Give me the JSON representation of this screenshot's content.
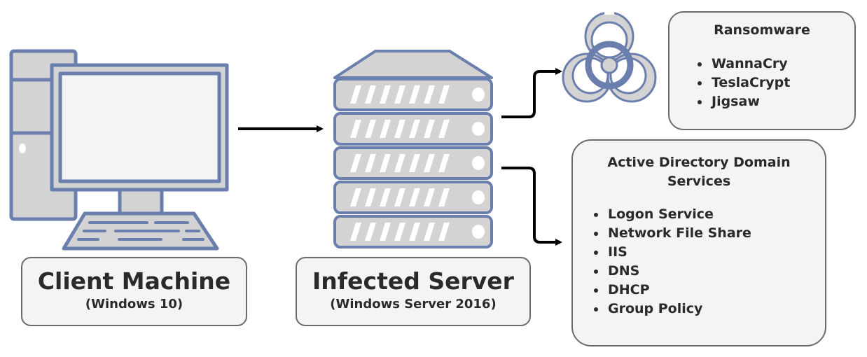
{
  "client": {
    "title": "Client Machine",
    "subtitle": "(Windows 10)",
    "icon": "desktop-computer-icon"
  },
  "server": {
    "title": "Infected Server",
    "subtitle": "(Windows Server 2016)",
    "icon": "server-rack-icon"
  },
  "threat_icon": "biohazard-icon",
  "ransomware": {
    "title": "Ransomware",
    "items": [
      "WannaCry",
      "TeslaCrypt",
      "Jigsaw"
    ]
  },
  "adds": {
    "title_line1": "Active Directory Domain",
    "title_line2": "Services",
    "items": [
      "Logon Service",
      "Network File Share",
      "IIS",
      "DNS",
      "DHCP",
      "Group Policy"
    ]
  },
  "colors": {
    "outline": "#6b7fae",
    "fill": "#d3d3d3",
    "screen": "#f4f4f4",
    "box_border": "#6b6b6b",
    "box_fill": "#f4f4f4",
    "arrow": "#000000"
  }
}
